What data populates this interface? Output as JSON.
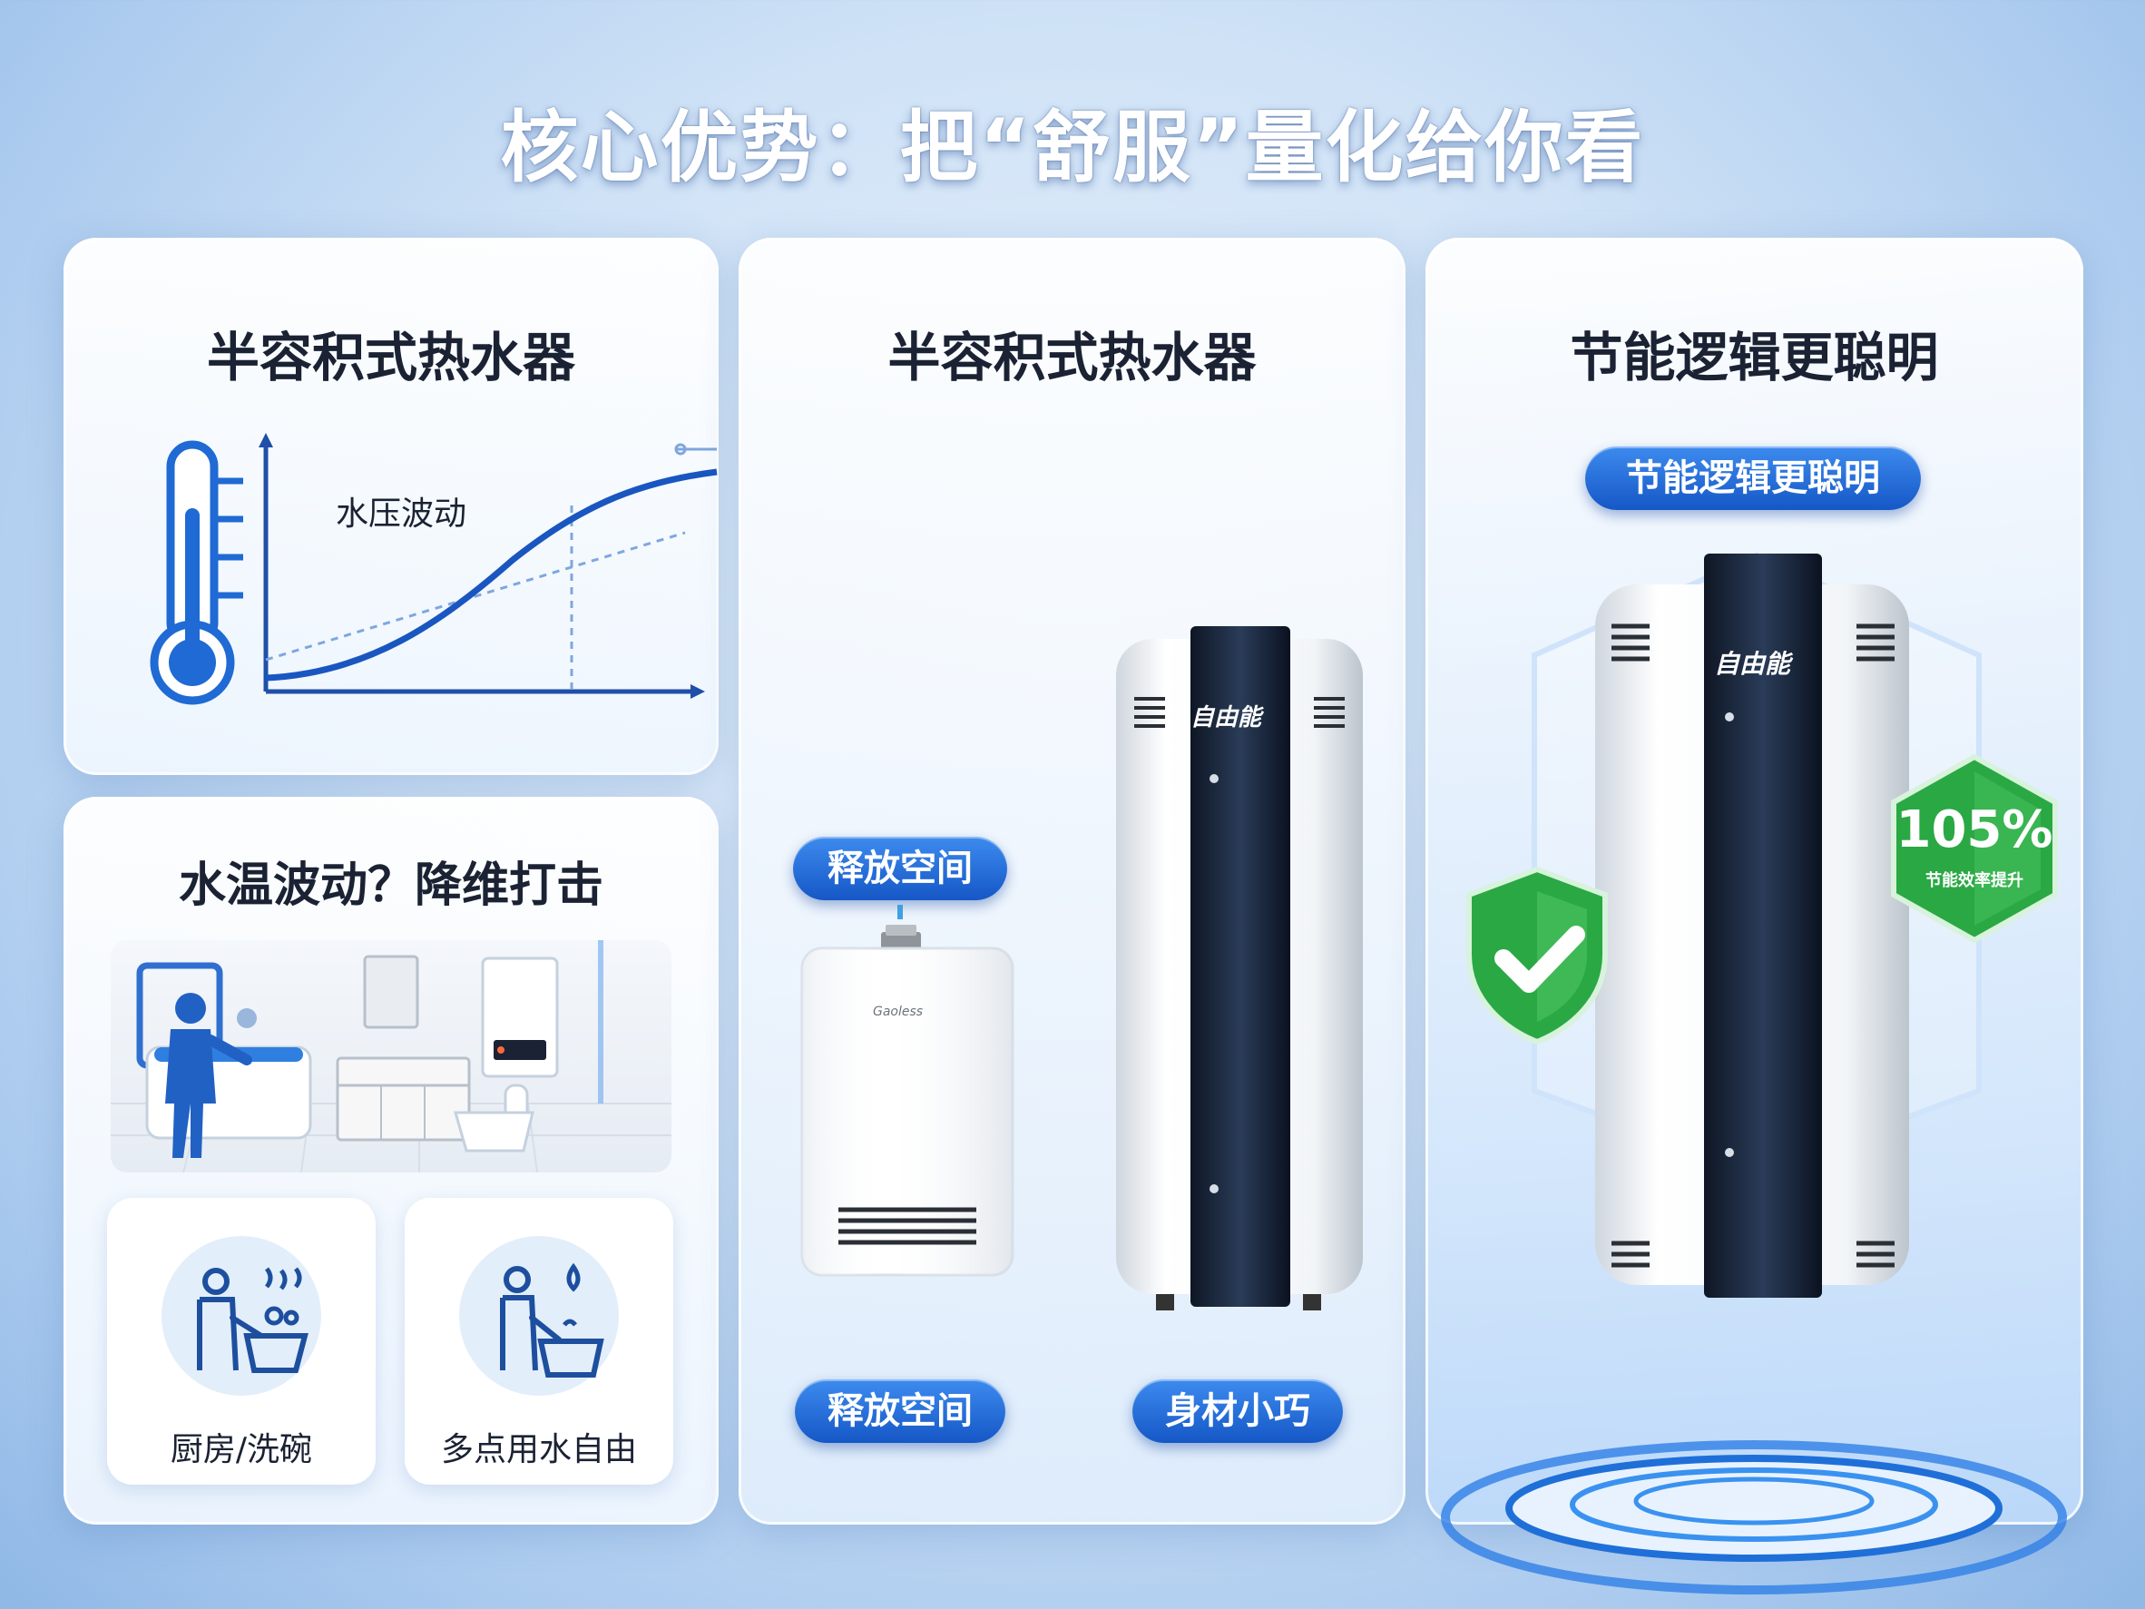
{
  "page": {
    "title": "核心优势：把“舒服”量化给你看"
  },
  "card_left_top": {
    "title": "半容积式热水器",
    "chart_label": "水压波动"
  },
  "card_left_bottom": {
    "title": "水温波动？降维打击",
    "features": [
      {
        "label": "厨房/洗碗",
        "icon": "kitchen-washing-icon"
      },
      {
        "label": "多点用水自由",
        "icon": "multi-point-water-icon"
      }
    ]
  },
  "card_middle": {
    "title": "半容积式热水器",
    "badge_top": "释放空间",
    "badge_left": "释放空间",
    "badge_right": "身材小巧",
    "brand": "自由能",
    "small_brand": "Gaoless"
  },
  "card_right": {
    "title": "节能逻辑更聪明",
    "badge": "节能逻辑更聪明",
    "brand": "自由能",
    "percent": "105%",
    "percent_caption": "节能效率提升"
  },
  "colors": {
    "accent": "#1a5fc9",
    "green": "#2eaa3f",
    "text": "#1a2233"
  }
}
